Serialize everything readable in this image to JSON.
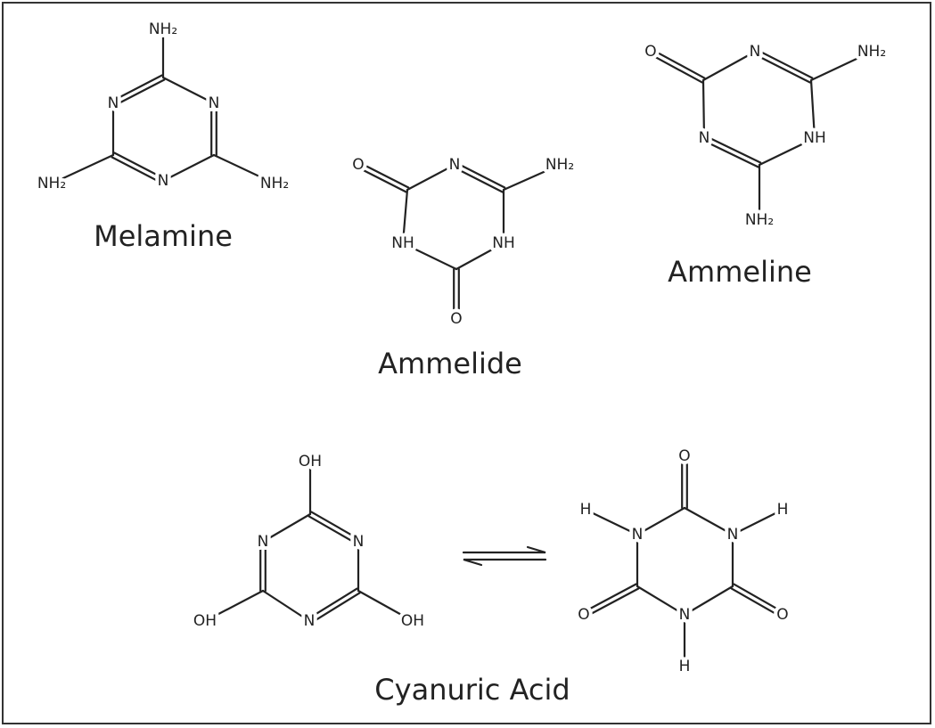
{
  "molecules": {
    "melamine": {
      "name": "Melamine",
      "atoms": {
        "n": "N",
        "nh2": "NH₂"
      }
    },
    "ammelide": {
      "name": "Ammelide",
      "atoms": {
        "n": "N",
        "nh": "NH",
        "o": "O",
        "nh2": "NH₂"
      }
    },
    "ammeline": {
      "name": "Ammeline",
      "atoms": {
        "n": "N",
        "nh": "NH",
        "o": "O",
        "nh2": "NH₂"
      }
    },
    "cyanuric_enol": {
      "atoms": {
        "n": "N",
        "oh": "OH"
      }
    },
    "cyanuric_keto": {
      "atoms": {
        "n": "N",
        "h": "H",
        "o": "O"
      }
    },
    "cyanuric_acid_name": "Cyanuric Acid"
  },
  "equilibrium_arrow": "equilibrium-arrows",
  "colors": {
    "ink": "#222222",
    "frame": "#333333",
    "background": "#ffffff"
  }
}
